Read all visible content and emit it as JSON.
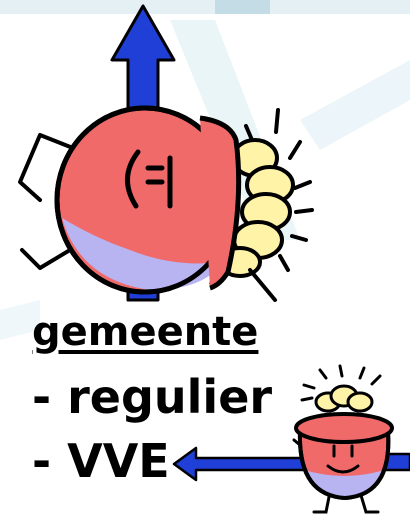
{
  "diagram": {
    "title": "gemeente",
    "items": [
      "- regulier",
      "- VVE"
    ]
  },
  "colors": {
    "arrow": "#1f3fd6",
    "pot_red": "#f06a6a",
    "pot_shade": "#b8b4f2",
    "gold_coins": "#fff3a8",
    "watermark": "#cfe3ec"
  },
  "icons": [
    "up-arrow",
    "large-money-pot-character",
    "small-money-pot-character",
    "left-arrow"
  ]
}
